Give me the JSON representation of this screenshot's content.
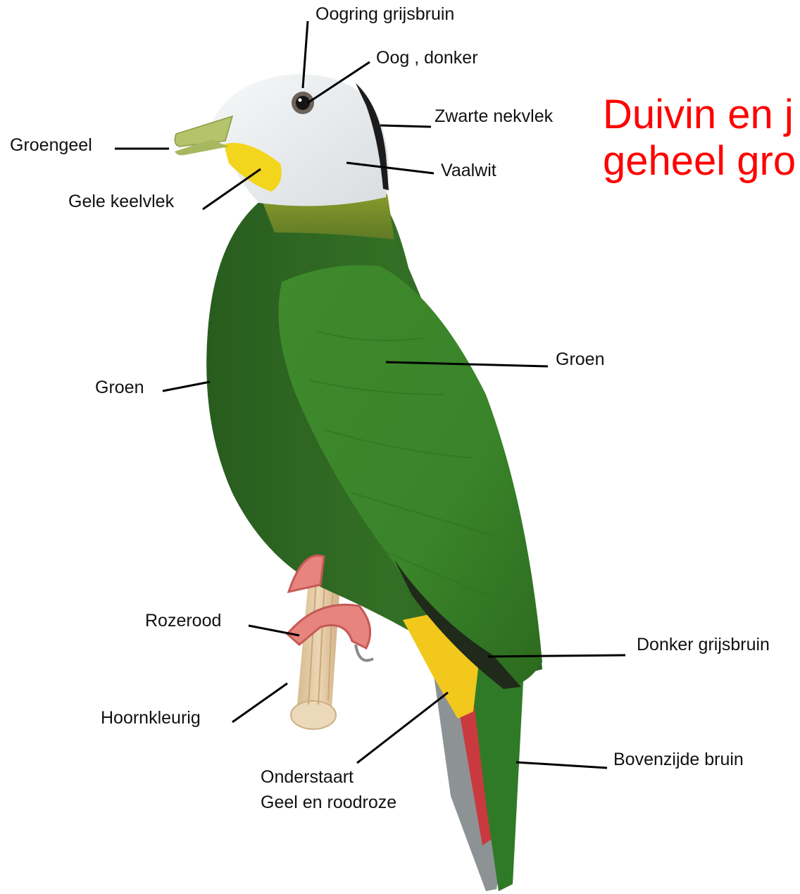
{
  "title": {
    "line1": "Duivin en j",
    "line2": "geheel gro",
    "color": "#ff0000"
  },
  "labels": {
    "oogring": "Oogring grijsbruin",
    "oog": "Oog , donker",
    "nekvlek": "Zwarte nekvlek",
    "snavel": "Groengeel",
    "kop": "Vaalwit",
    "keelvlek": "Gele keelvlek",
    "vleugel": "Groen",
    "borst": "Groen",
    "poten": "Rozerood",
    "stok": "Hoornkleurig",
    "vleugelrand": "Donker grijsbruin",
    "staart": "Bovenzijde bruin",
    "onderstaart_line1": "Onderstaart",
    "onderstaart_line2": "Geel en roodroze"
  },
  "colors": {
    "body_green": "#2f6a24",
    "wing_green": "#3d8a2a",
    "head_white": "#eef1f3",
    "throat_yellow": "#f2d51c",
    "feet_pink": "#e8847e",
    "perch": "#e3c9a3"
  }
}
